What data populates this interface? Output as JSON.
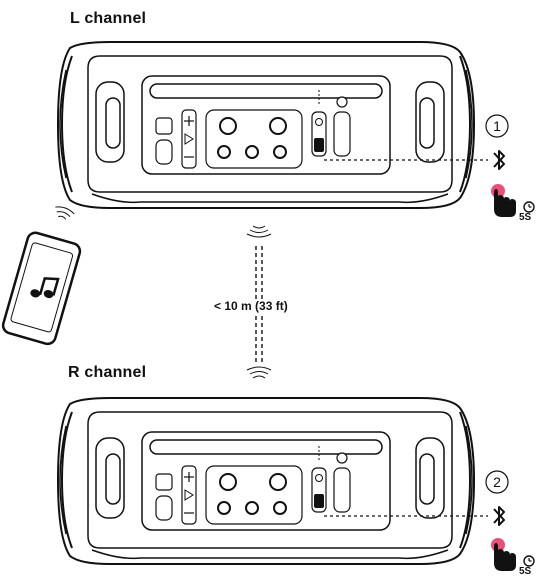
{
  "labels": {
    "l_channel": "L channel",
    "r_channel": "R channel",
    "distance": "< 10 m (33 ft)",
    "step_1": "①",
    "step_2": "②",
    "hold_time_1": "5S",
    "hold_time_2": "5S"
  },
  "icons": {
    "bluetooth": "bluetooth-icon",
    "press": "finger-press-icon",
    "timer": "clock-icon",
    "music": "music-note-icon",
    "phone": "smartphone-icon",
    "wave": "wireless-signal-icon"
  },
  "colors": {
    "press_highlight": "#e8507a",
    "line": "#111111"
  }
}
